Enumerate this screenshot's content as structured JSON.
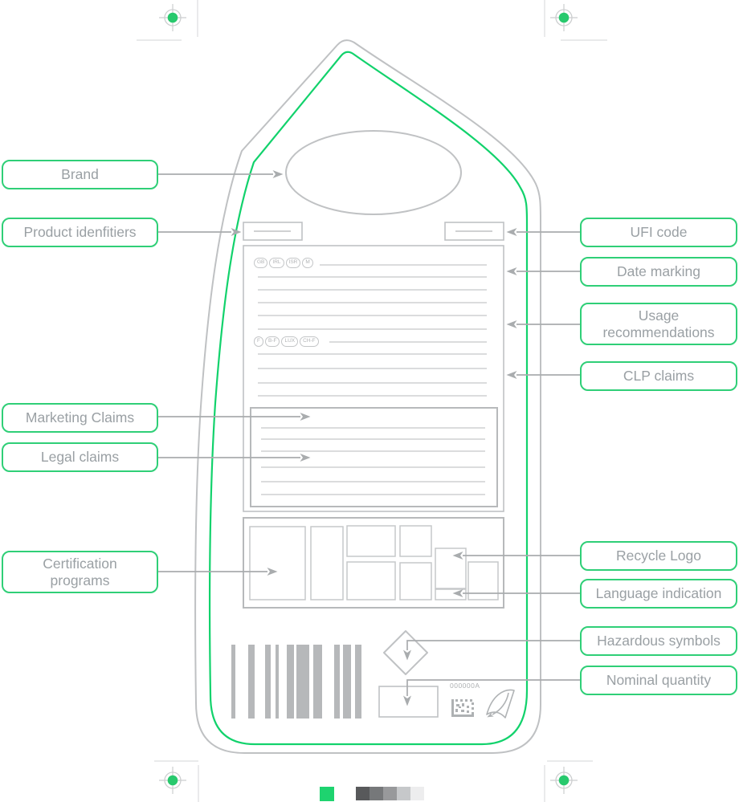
{
  "page": {
    "type": "product-label-anatomy-diagram",
    "background": "#ffffff"
  },
  "labels": {
    "brand": "Brand",
    "product_identifiers": "Product idenfitiers",
    "marketing_claims": "Marketing Claims",
    "legal_claims": "Legal claims",
    "certification_programs": "Certification programs",
    "ufi_code": "UFI code",
    "date_marking": "Date marking",
    "usage_recommendations": "Usage recommendations",
    "clp_claims": "CLP claims",
    "recycle_logo": "Recycle Logo",
    "language_indication": "Language indication",
    "hazardous_symbols": "Hazardous symbols",
    "nominal_quantity": "Nominal quantity"
  },
  "bubbles": {
    "row1": [
      "GB",
      "IRL",
      "ISR",
      "M"
    ],
    "row2": [
      "F",
      "B-F",
      "LUX",
      "CH-F"
    ]
  },
  "codes": {
    "batch": "000000A"
  },
  "icons": {
    "registration_mark": "crosshair-target",
    "barcode": "ean-barcode",
    "hazard_symbol": "diamond-outline",
    "data_matrix": "2d-matrix-code",
    "brand_logo": "swoosh-flag"
  },
  "colors": {
    "callout_green": "#2fcf77",
    "diecut_green": "#12d26c",
    "registration_green": "#28c96d",
    "connector_gray": "#a9acae",
    "outline_gray": "#c0c2c4",
    "text_gray": "#9aa0a4"
  },
  "color_bar": {
    "green": "#1ed36f",
    "grayscale": [
      "#58595b",
      "#76787a",
      "#98999b",
      "#c6c8ca",
      "#ededee"
    ]
  }
}
